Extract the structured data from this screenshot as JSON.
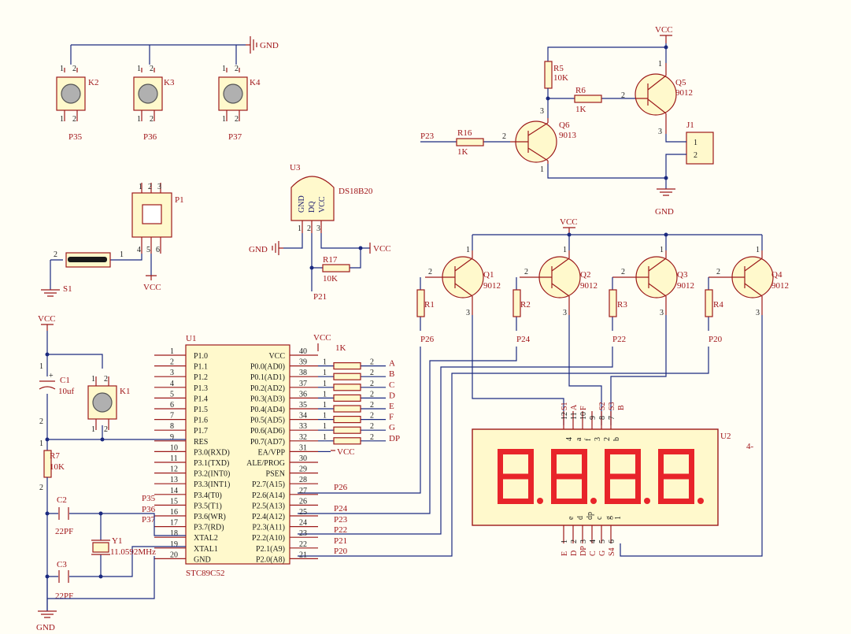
{
  "schematic": {
    "power": {
      "vcc": "VCC",
      "gnd": "GND"
    },
    "mcu": {
      "ref": "U1",
      "part": "STC89C52",
      "left_pins": [
        {
          "num": "1",
          "name": "P1.0"
        },
        {
          "num": "2",
          "name": "P1.1"
        },
        {
          "num": "3",
          "name": "P1.2"
        },
        {
          "num": "4",
          "name": "P1.3"
        },
        {
          "num": "5",
          "name": "P1.4"
        },
        {
          "num": "6",
          "name": "P1.5"
        },
        {
          "num": "7",
          "name": "P1.6"
        },
        {
          "num": "8",
          "name": "P1.7"
        },
        {
          "num": "9",
          "name": "RES"
        },
        {
          "num": "10",
          "name": "P3.0(RXD)"
        },
        {
          "num": "11",
          "name": "P3.1(TXD)"
        },
        {
          "num": "12",
          "name": "P3.2(INT0)"
        },
        {
          "num": "13",
          "name": "P3.3(INT1)"
        },
        {
          "num": "14",
          "name": "P3.4(T0)"
        },
        {
          "num": "15",
          "name": "P3.5(T1)"
        },
        {
          "num": "16",
          "name": "P3.6(WR)"
        },
        {
          "num": "17",
          "name": "P3.7(RD)"
        },
        {
          "num": "18",
          "name": "XTAL2"
        },
        {
          "num": "19",
          "name": "XTAL1"
        },
        {
          "num": "20",
          "name": "GND"
        }
      ],
      "right_pins": [
        {
          "num": "40",
          "name": "VCC"
        },
        {
          "num": "39",
          "name": "P0.0(AD0)"
        },
        {
          "num": "38",
          "name": "P0.1(AD1)"
        },
        {
          "num": "37",
          "name": "P0.2(AD2)"
        },
        {
          "num": "36",
          "name": "P0.3(AD3)"
        },
        {
          "num": "35",
          "name": "P0.4(AD4)"
        },
        {
          "num": "34",
          "name": "P0.5(AD5)"
        },
        {
          "num": "33",
          "name": "P0.6(AD6)"
        },
        {
          "num": "32",
          "name": "P0.7(AD7)"
        },
        {
          "num": "31",
          "name": "EA/VPP"
        },
        {
          "num": "30",
          "name": "ALE/PROG"
        },
        {
          "num": "29",
          "name": "PSEN"
        },
        {
          "num": "28",
          "name": "P2.7(A15)"
        },
        {
          "num": "27",
          "name": "P2.6(A14)"
        },
        {
          "num": "26",
          "name": "P2.5(A13)"
        },
        {
          "num": "25",
          "name": "P2.4(A12)"
        },
        {
          "num": "24",
          "name": "P2.3(A11)"
        },
        {
          "num": "23",
          "name": "P2.2(A10)"
        },
        {
          "num": "22",
          "name": "P2.1(A9)"
        },
        {
          "num": "21",
          "name": "P2.0(A8)"
        }
      ],
      "port0_nets": [
        "A",
        "B",
        "C",
        "D",
        "E",
        "F",
        "G",
        "DP"
      ],
      "port2_nets": {
        "p27": "P26",
        "p25": "P24",
        "p24": "P23",
        "p23": "P22",
        "p22": "P21",
        "p21": "P20"
      },
      "port3_nets": {
        "p35": "P35",
        "p36": "P36",
        "p37": "P37"
      },
      "resnet_value": "1K"
    },
    "buttons": [
      {
        "ref": "K2",
        "net": "P35"
      },
      {
        "ref": "K3",
        "net": "P36"
      },
      {
        "ref": "K4",
        "net": "P37"
      }
    ],
    "reset": {
      "cap_ref": "C1",
      "cap_value": "10uf",
      "button_ref": "K1",
      "res_ref": "R7",
      "res_value": "10K"
    },
    "crystal": {
      "ref": "Y1",
      "value": "11.0592MHz",
      "c2_ref": "C2",
      "c2_value": "22PF",
      "c3_ref": "C3",
      "c3_value": "22PF"
    },
    "power_jack": {
      "ref": "P1",
      "switch_ref": "S1"
    },
    "sensor": {
      "ref": "U3",
      "part": "DS18B20",
      "pins": [
        "GND",
        "DQ",
        "VCC"
      ],
      "res_ref": "R17",
      "res_value": "10K",
      "net": "P21"
    },
    "buzzer": {
      "r5_ref": "R5",
      "r5_value": "10K",
      "r6_ref": "R6",
      "r6_value": "1K",
      "q5_ref": "Q5",
      "q5_part": "9012",
      "q6_ref": "Q6",
      "q6_part": "9013",
      "r16_ref": "R16",
      "r16_value": "1K",
      "net": "P23",
      "j1_ref": "J1",
      "j1_pins": [
        "1",
        "2"
      ]
    },
    "drivers": [
      {
        "q": "Q1",
        "part": "9012",
        "r": "R1",
        "net": "P26"
      },
      {
        "q": "Q2",
        "part": "9012",
        "r": "R2",
        "net": "P24"
      },
      {
        "q": "Q3",
        "part": "9012",
        "r": "R3",
        "net": "P22"
      },
      {
        "q": "Q4",
        "part": "9012",
        "r": "R4",
        "net": "P20"
      }
    ],
    "display": {
      "ref": "U2",
      "label": "4-",
      "digits": 4,
      "top_pins": [
        {
          "num": "12",
          "net": "S1",
          "seg": "4"
        },
        {
          "num": "11",
          "net": "A",
          "seg": "a"
        },
        {
          "num": "10",
          "net": "F",
          "seg": "f"
        },
        {
          "num": "9",
          "net": "S2",
          "seg": "3"
        },
        {
          "num": "8",
          "net": "S3",
          "seg": "2"
        },
        {
          "num": "7",
          "net": "B",
          "seg": "b"
        }
      ],
      "bottom_pins": [
        {
          "num": "1",
          "net": "E",
          "seg": "e"
        },
        {
          "num": "2",
          "net": "D",
          "seg": "d"
        },
        {
          "num": "3",
          "net": "DP",
          "seg": "dp"
        },
        {
          "num": "4",
          "net": "C",
          "seg": "c"
        },
        {
          "num": "5",
          "net": "G",
          "seg": "g"
        },
        {
          "num": "6",
          "net": "S4",
          "seg": "1"
        }
      ]
    }
  }
}
